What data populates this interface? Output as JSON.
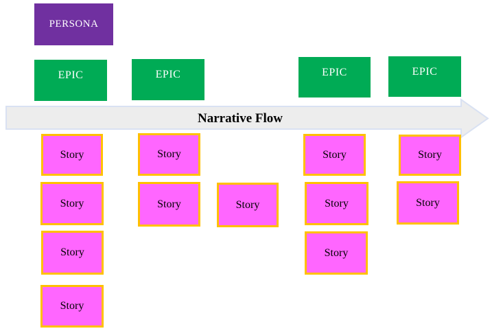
{
  "diagram": {
    "persona": {
      "label": "PERSONA"
    },
    "epics": [
      {
        "label": "EPIC"
      },
      {
        "label": "EPIC"
      },
      {
        "label": "EPIC"
      },
      {
        "label": "EPIC"
      }
    ],
    "arrow": {
      "label": "Narrative Flow"
    },
    "story_columns": [
      {
        "stories": [
          {
            "label": "Story"
          },
          {
            "label": "Story"
          },
          {
            "label": "Story"
          },
          {
            "label": "Story"
          }
        ]
      },
      {
        "stories": [
          {
            "label": "Story"
          },
          {
            "label": "Story"
          }
        ]
      },
      {
        "stories": [
          {
            "label": "Story"
          }
        ]
      },
      {
        "stories": [
          {
            "label": "Story"
          },
          {
            "label": "Story"
          },
          {
            "label": "Story"
          }
        ]
      },
      {
        "stories": [
          {
            "label": "Story"
          },
          {
            "label": "Story"
          }
        ]
      }
    ]
  },
  "colors": {
    "persona": "#7030A0",
    "epic": "#00AB55",
    "story_fill": "#FF66FF",
    "story_border": "#FFC000",
    "arrow_fill": "#EDEDED",
    "arrow_border": "#D9E1F2"
  }
}
